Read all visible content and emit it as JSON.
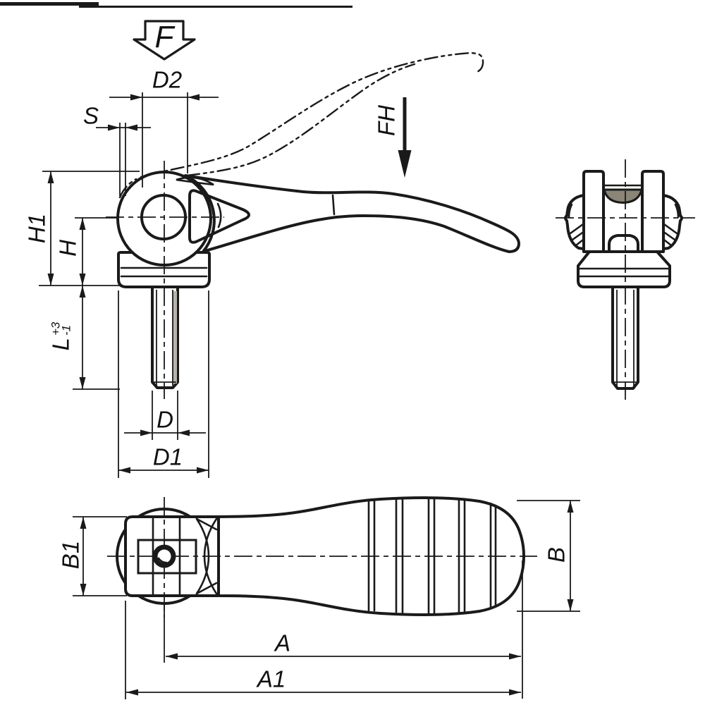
{
  "labels": {
    "force": "F",
    "handle_force": "FH",
    "d2": "D2",
    "s": "S",
    "h1": "H1",
    "h": "H",
    "l": "L",
    "l_tol_upper": "+3",
    "l_tol_lower": "-1",
    "d": "D",
    "d1": "D1",
    "b1": "B1",
    "b": "B",
    "a": "A",
    "a1": "A1"
  },
  "colors": {
    "line": "#1a1a1a",
    "background": "#ffffff",
    "thread_shading": "#b7b3a9",
    "lever_section_fill": "#8b8577"
  }
}
